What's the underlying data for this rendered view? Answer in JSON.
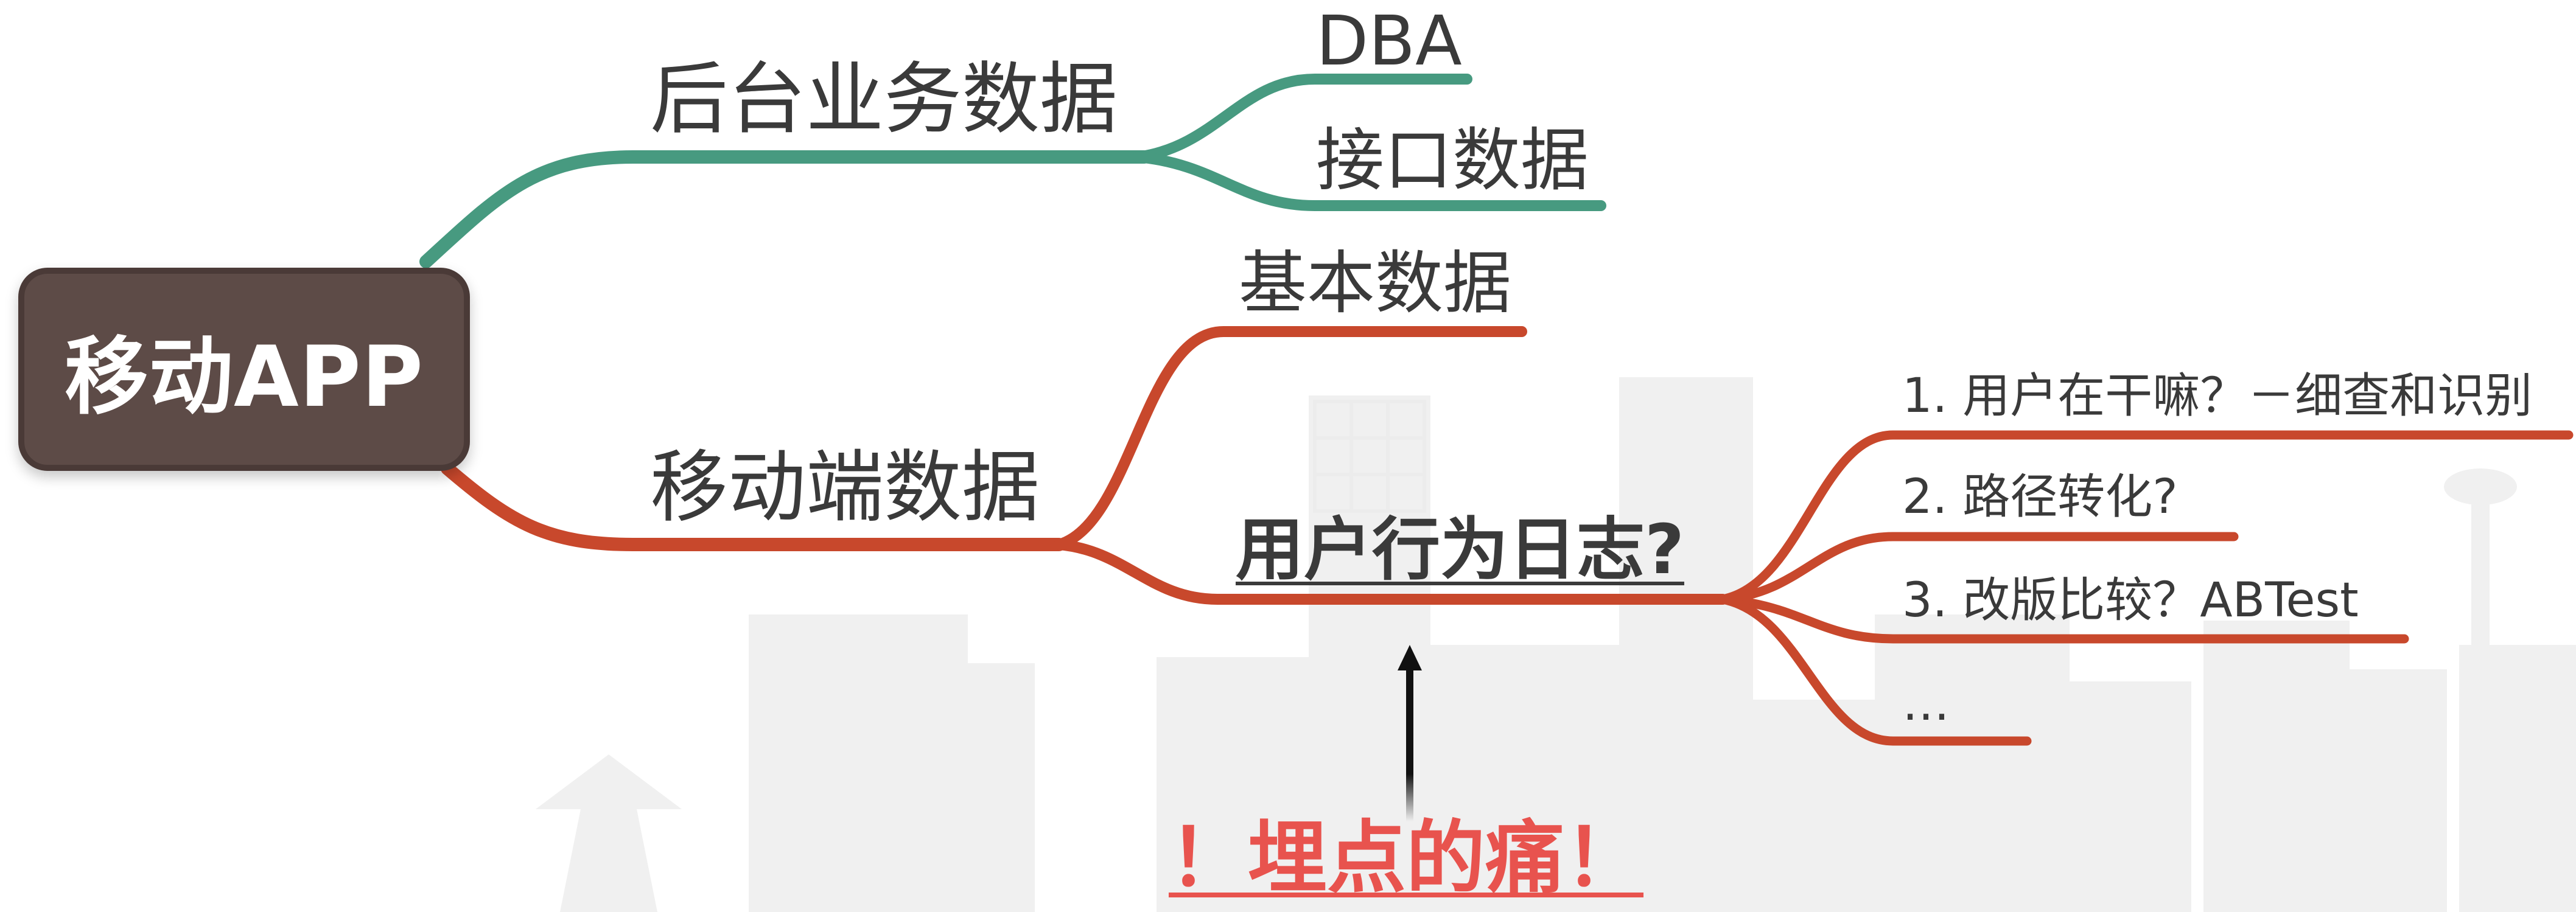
{
  "root": {
    "label": "移动APP"
  },
  "branch_backend": {
    "label": "后台业务数据",
    "color": "#479a80",
    "children": [
      "DBA",
      "接口数据"
    ]
  },
  "branch_mobile": {
    "label": "移动端数据",
    "color": "#c8482c",
    "children": {
      "basic": "基本数据",
      "behavior": "用户行为日志?"
    }
  },
  "behavior_items": [
    "1. 用户在干嘛？－细查和识别",
    "2. 路径转化?",
    "3. 改版比较？ABTest",
    "…"
  ],
  "callout": {
    "label": "！埋点的痛！",
    "color": "#e8534e"
  },
  "colors": {
    "root_fill": "#5d4b47",
    "text": "#3a3a3a",
    "skyline": "#efefef"
  }
}
